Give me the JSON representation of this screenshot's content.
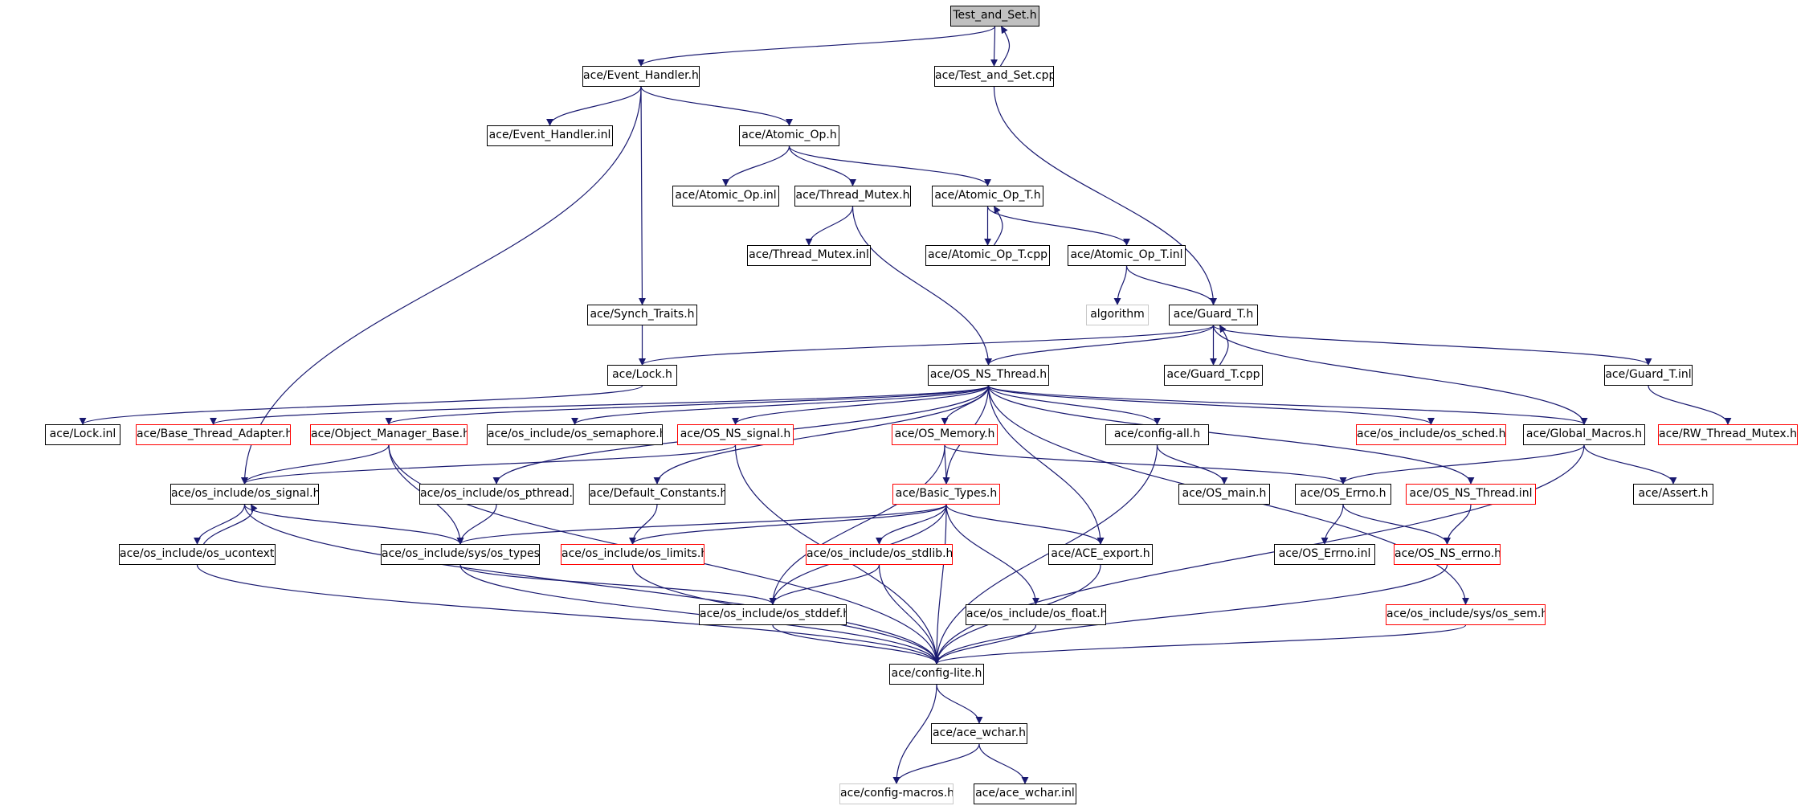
{
  "diagram": {
    "title": "",
    "colors": {
      "edge": "#191970",
      "node_border": "#000000",
      "node_missing_border": "#ff0000",
      "node_external_border": "#c8c8c8",
      "root_fill": "#c0c0c0"
    },
    "nodes": [
      {
        "id": "n_test_and_set_h",
        "label": "Test_and_Set.h",
        "kind": "root"
      },
      {
        "id": "n_event_handler_h",
        "label": "ace/Event_Handler.h",
        "kind": "normal"
      },
      {
        "id": "n_test_and_set_cpp",
        "label": "ace/Test_and_Set.cpp",
        "kind": "normal"
      },
      {
        "id": "n_event_handler_inl",
        "label": "ace/Event_Handler.inl",
        "kind": "normal"
      },
      {
        "id": "n_atomic_op_h",
        "label": "ace/Atomic_Op.h",
        "kind": "normal"
      },
      {
        "id": "n_atomic_op_inl",
        "label": "ace/Atomic_Op.inl",
        "kind": "normal"
      },
      {
        "id": "n_thread_mutex_h",
        "label": "ace/Thread_Mutex.h",
        "kind": "normal"
      },
      {
        "id": "n_atomic_op_t_h",
        "label": "ace/Atomic_Op_T.h",
        "kind": "normal"
      },
      {
        "id": "n_thread_mutex_inl",
        "label": "ace/Thread_Mutex.inl",
        "kind": "normal"
      },
      {
        "id": "n_atomic_op_t_cpp",
        "label": "ace/Atomic_Op_T.cpp",
        "kind": "normal"
      },
      {
        "id": "n_atomic_op_t_inl",
        "label": "ace/Atomic_Op_T.inl",
        "kind": "normal"
      },
      {
        "id": "n_synch_traits_h",
        "label": "ace/Synch_Traits.h",
        "kind": "normal"
      },
      {
        "id": "n_algorithm",
        "label": "algorithm",
        "kind": "external"
      },
      {
        "id": "n_guard_t_h",
        "label": "ace/Guard_T.h",
        "kind": "normal"
      },
      {
        "id": "n_lock_h",
        "label": "ace/Lock.h",
        "kind": "normal"
      },
      {
        "id": "n_os_ns_thread_h",
        "label": "ace/OS_NS_Thread.h",
        "kind": "normal"
      },
      {
        "id": "n_guard_t_cpp",
        "label": "ace/Guard_T.cpp",
        "kind": "normal"
      },
      {
        "id": "n_guard_t_inl",
        "label": "ace/Guard_T.inl",
        "kind": "normal"
      },
      {
        "id": "n_lock_inl",
        "label": "ace/Lock.inl",
        "kind": "normal"
      },
      {
        "id": "n_base_thread_adapter_h",
        "label": "ace/Base_Thread_Adapter.h",
        "kind": "missing"
      },
      {
        "id": "n_object_manager_base_h",
        "label": "ace/Object_Manager_Base.h",
        "kind": "missing"
      },
      {
        "id": "n_os_semaphore_h",
        "label": "ace/os_include/os_semaphore.h",
        "kind": "missing"
      },
      {
        "id": "n_os_ns_signal_h",
        "label": "ace/OS_NS_signal.h",
        "kind": "missing"
      },
      {
        "id": "n_os_memory_h",
        "label": "ace/OS_Memory.h",
        "kind": "missing"
      },
      {
        "id": "n_config_all_h",
        "label": "ace/config-all.h",
        "kind": "normal"
      },
      {
        "id": "n_os_sched_h",
        "label": "ace/os_include/os_sched.h",
        "kind": "missing"
      },
      {
        "id": "n_global_macros_h",
        "label": "ace/Global_Macros.h",
        "kind": "normal"
      },
      {
        "id": "n_rw_thread_mutex_h",
        "label": "ace/RW_Thread_Mutex.h",
        "kind": "missing"
      },
      {
        "id": "n_os_signal_h",
        "label": "ace/os_include/os_signal.h",
        "kind": "normal"
      },
      {
        "id": "n_os_pthread_h",
        "label": "ace/os_include/os_pthread.h",
        "kind": "normal"
      },
      {
        "id": "n_default_constants_h",
        "label": "ace/Default_Constants.h",
        "kind": "normal"
      },
      {
        "id": "n_basic_types_h",
        "label": "ace/Basic_Types.h",
        "kind": "missing"
      },
      {
        "id": "n_os_main_h",
        "label": "ace/OS_main.h",
        "kind": "normal"
      },
      {
        "id": "n_os_errno_h",
        "label": "ace/OS_Errno.h",
        "kind": "normal"
      },
      {
        "id": "n_os_ns_thread_inl",
        "label": "ace/OS_NS_Thread.inl",
        "kind": "missing"
      },
      {
        "id": "n_assert_h",
        "label": "ace/Assert.h",
        "kind": "normal"
      },
      {
        "id": "n_os_ucontext_h",
        "label": "ace/os_include/os_ucontext.h",
        "kind": "normal"
      },
      {
        "id": "n_os_types_h",
        "label": "ace/os_include/sys/os_types.h",
        "kind": "normal"
      },
      {
        "id": "n_os_limits_h",
        "label": "ace/os_include/os_limits.h",
        "kind": "missing"
      },
      {
        "id": "n_os_stdlib_h",
        "label": "ace/os_include/os_stdlib.h",
        "kind": "missing"
      },
      {
        "id": "n_ace_export_h",
        "label": "ace/ACE_export.h",
        "kind": "normal"
      },
      {
        "id": "n_os_errno_inl",
        "label": "ace/OS_Errno.inl",
        "kind": "normal"
      },
      {
        "id": "n_os_ns_errno_h",
        "label": "ace/OS_NS_errno.h",
        "kind": "missing"
      },
      {
        "id": "n_os_stddef_h",
        "label": "ace/os_include/os_stddef.h",
        "kind": "normal"
      },
      {
        "id": "n_os_float_h",
        "label": "ace/os_include/os_float.h",
        "kind": "normal"
      },
      {
        "id": "n_os_sem_h",
        "label": "ace/os_include/sys/os_sem.h",
        "kind": "missing"
      },
      {
        "id": "n_config_lite_h",
        "label": "ace/config-lite.h",
        "kind": "normal"
      },
      {
        "id": "n_ace_wchar_h",
        "label": "ace/ace_wchar.h",
        "kind": "normal"
      },
      {
        "id": "n_config_macros_h",
        "label": "ace/config-macros.h",
        "kind": "external"
      },
      {
        "id": "n_ace_wchar_inl",
        "label": "ace/ace_wchar.inl",
        "kind": "normal"
      }
    ],
    "edges": [
      [
        "n_test_and_set_h",
        "n_event_handler_h"
      ],
      [
        "n_test_and_set_h",
        "n_test_and_set_cpp"
      ],
      [
        "n_test_and_set_cpp",
        "n_test_and_set_h"
      ],
      [
        "n_test_and_set_cpp",
        "n_guard_t_h"
      ],
      [
        "n_event_handler_h",
        "n_event_handler_inl"
      ],
      [
        "n_event_handler_h",
        "n_atomic_op_h"
      ],
      [
        "n_event_handler_h",
        "n_synch_traits_h"
      ],
      [
        "n_event_handler_h",
        "n_os_signal_h"
      ],
      [
        "n_atomic_op_h",
        "n_atomic_op_inl"
      ],
      [
        "n_atomic_op_h",
        "n_thread_mutex_h"
      ],
      [
        "n_atomic_op_h",
        "n_atomic_op_t_h"
      ],
      [
        "n_thread_mutex_h",
        "n_thread_mutex_inl"
      ],
      [
        "n_thread_mutex_h",
        "n_os_ns_thread_h"
      ],
      [
        "n_atomic_op_t_h",
        "n_atomic_op_t_cpp"
      ],
      [
        "n_atomic_op_t_cpp",
        "n_atomic_op_t_h"
      ],
      [
        "n_atomic_op_t_h",
        "n_atomic_op_t_inl"
      ],
      [
        "n_atomic_op_t_inl",
        "n_algorithm"
      ],
      [
        "n_atomic_op_t_inl",
        "n_guard_t_h"
      ],
      [
        "n_synch_traits_h",
        "n_lock_h"
      ],
      [
        "n_guard_t_h",
        "n_lock_h"
      ],
      [
        "n_guard_t_h",
        "n_os_ns_thread_h"
      ],
      [
        "n_guard_t_h",
        "n_guard_t_cpp"
      ],
      [
        "n_guard_t_cpp",
        "n_guard_t_h"
      ],
      [
        "n_guard_t_h",
        "n_guard_t_inl"
      ],
      [
        "n_guard_t_h",
        "n_global_macros_h"
      ],
      [
        "n_guard_t_inl",
        "n_rw_thread_mutex_h"
      ],
      [
        "n_lock_h",
        "n_lock_inl"
      ],
      [
        "n_os_ns_thread_h",
        "n_base_thread_adapter_h"
      ],
      [
        "n_os_ns_thread_h",
        "n_object_manager_base_h"
      ],
      [
        "n_os_ns_thread_h",
        "n_os_semaphore_h"
      ],
      [
        "n_os_ns_thread_h",
        "n_os_ns_signal_h"
      ],
      [
        "n_os_ns_thread_h",
        "n_os_memory_h"
      ],
      [
        "n_os_ns_thread_h",
        "n_config_all_h"
      ],
      [
        "n_os_ns_thread_h",
        "n_os_sched_h"
      ],
      [
        "n_os_ns_thread_h",
        "n_global_macros_h"
      ],
      [
        "n_os_ns_thread_h",
        "n_os_pthread_h"
      ],
      [
        "n_os_ns_thread_h",
        "n_default_constants_h"
      ],
      [
        "n_os_ns_thread_h",
        "n_basic_types_h"
      ],
      [
        "n_os_ns_thread_h",
        "n_ace_export_h"
      ],
      [
        "n_os_ns_thread_h",
        "n_os_ns_thread_inl"
      ],
      [
        "n_os_ns_thread_h",
        "n_os_sem_h"
      ],
      [
        "n_object_manager_base_h",
        "n_os_signal_h"
      ],
      [
        "n_object_manager_base_h",
        "n_os_types_h"
      ],
      [
        "n_object_manager_base_h",
        "n_config_lite_h"
      ],
      [
        "n_os_ns_signal_h",
        "n_os_signal_h"
      ],
      [
        "n_os_ns_signal_h",
        "n_config_lite_h"
      ],
      [
        "n_os_memory_h",
        "n_basic_types_h"
      ],
      [
        "n_os_memory_h",
        "n_os_errno_h"
      ],
      [
        "n_os_memory_h",
        "n_os_stddef_h"
      ],
      [
        "n_config_all_h",
        "n_os_main_h"
      ],
      [
        "n_config_all_h",
        "n_config_lite_h"
      ],
      [
        "n_global_macros_h",
        "n_os_errno_h"
      ],
      [
        "n_global_macros_h",
        "n_assert_h"
      ],
      [
        "n_global_macros_h",
        "n_config_lite_h"
      ],
      [
        "n_os_signal_h",
        "n_os_ucontext_h"
      ],
      [
        "n_os_ucontext_h",
        "n_os_signal_h"
      ],
      [
        "n_os_signal_h",
        "n_os_types_h"
      ],
      [
        "n_os_signal_h",
        "n_config_lite_h"
      ],
      [
        "n_os_ucontext_h",
        "n_config_lite_h"
      ],
      [
        "n_os_pthread_h",
        "n_os_types_h"
      ],
      [
        "n_default_constants_h",
        "n_os_limits_h"
      ],
      [
        "n_basic_types_h",
        "n_os_types_h"
      ],
      [
        "n_basic_types_h",
        "n_os_limits_h"
      ],
      [
        "n_basic_types_h",
        "n_os_stdlib_h"
      ],
      [
        "n_basic_types_h",
        "n_os_stddef_h"
      ],
      [
        "n_basic_types_h",
        "n_ace_export_h"
      ],
      [
        "n_basic_types_h",
        "n_os_float_h"
      ],
      [
        "n_basic_types_h",
        "n_config_lite_h"
      ],
      [
        "n_os_errno_h",
        "n_os_errno_inl"
      ],
      [
        "n_os_errno_h",
        "n_os_ns_errno_h"
      ],
      [
        "n_os_ns_thread_inl",
        "n_os_ns_errno_h"
      ],
      [
        "n_os_types_h",
        "n_os_stddef_h"
      ],
      [
        "n_os_types_h",
        "n_config_lite_h"
      ],
      [
        "n_os_limits_h",
        "n_config_lite_h"
      ],
      [
        "n_os_stdlib_h",
        "n_os_stddef_h"
      ],
      [
        "n_os_stdlib_h",
        "n_config_lite_h"
      ],
      [
        "n_ace_export_h",
        "n_config_lite_h"
      ],
      [
        "n_os_ns_errno_h",
        "n_config_lite_h"
      ],
      [
        "n_os_stddef_h",
        "n_config_lite_h"
      ],
      [
        "n_os_float_h",
        "n_config_lite_h"
      ],
      [
        "n_os_sem_h",
        "n_config_lite_h"
      ],
      [
        "n_config_lite_h",
        "n_ace_wchar_h"
      ],
      [
        "n_config_lite_h",
        "n_config_macros_h"
      ],
      [
        "n_ace_wchar_h",
        "n_config_macros_h"
      ],
      [
        "n_ace_wchar_h",
        "n_ace_wchar_inl"
      ]
    ]
  }
}
